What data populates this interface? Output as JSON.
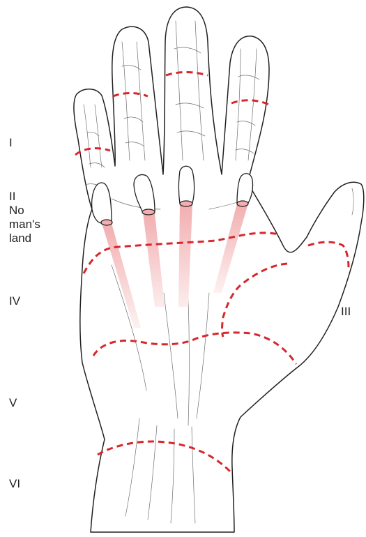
{
  "figure": {
    "zones": [
      {
        "id": "I",
        "label": "I"
      },
      {
        "id": "II",
        "label": "II",
        "description": "No man's land"
      },
      {
        "id": "III",
        "label": "III"
      },
      {
        "id": "IV",
        "label": "IV"
      },
      {
        "id": "V",
        "label": "V"
      },
      {
        "id": "VI",
        "label": "VI"
      }
    ]
  },
  "colors": {
    "zone_line": "#d7262c",
    "tendon_light": "#fbe9e9",
    "tendon": "#f3b9b9",
    "outline": "#231f20"
  }
}
